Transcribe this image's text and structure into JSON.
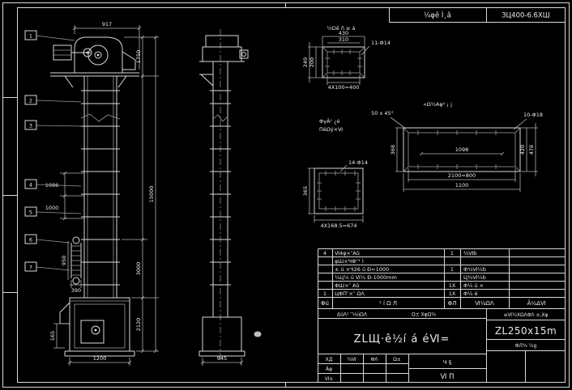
{
  "sheet": {
    "header_band": {
      "model_label": "¼φê Ì¸â",
      "model_value": "ЗЦ400-6.6ХШ"
    },
    "bom": {
      "headers": [
        "Φú",
        "¹ í Ω Л",
        "ΦЛ",
        "Ⅵ¼ΩΛ",
        "Â¼ΔⅥ"
      ],
      "rows": [
        {
          "no": "4",
          "name": "Ⅵ4φ×″Aû",
          "qty": "1",
          "mat": "¾Ⅵb",
          "rem": ""
        },
        {
          "no": "",
          "name": "φШ×ЧФ″¹ Ì",
          "qty": "",
          "mat": "",
          "rem": ""
        },
        {
          "no": "",
          "name": "± ü ×Ч26 ü Ð=1000",
          "qty": "1",
          "mat": "Φ¾Ⅵ¼b",
          "rem": ""
        },
        {
          "no": "",
          "name": "¼Ц¼ ü Ⅵ¼ Ð-1000mm",
          "qty": "",
          "mat": "Ц¾Ⅵ¼b",
          "rem": ""
        },
        {
          "no": "",
          "name": "ΦШ×″ Aû",
          "qty": "1X",
          "mat": "Φ¼ ü ×",
          "rem": ""
        },
        {
          "no": "1",
          "name": "ЦΦΠ″×″ ΩΛ",
          "qty": "1X",
          "mat": "Φ¼ é",
          "rem": ""
        }
      ]
    },
    "title_block": {
      "strip_note_left": "ΔúΛ¹  ″¼üΩΛ",
      "strip_note_right": "Ω±  ХφΩ¼",
      "main_title": "ZLЩ·ê½í á éⅥ=",
      "sheet_top": "Ч      §",
      "sheet_bottom": "Ⅵ   Π",
      "grid": {
        "c1": "ХД",
        "c2": "¼Ⅵ",
        "c3": "ΦΛ",
        "c4": "Ω±",
        "r2": "Âφ",
        "r3": "Ⅵ±"
      },
      "right_note": "≡Ⅵ½XΩΛΦΛ  ±,Xφ",
      "product_code": "ZL250x15m",
      "weight_note": "ΦЛ¾ ¼g"
    }
  },
  "front_view": {
    "balloons": [
      "1",
      "2",
      "3",
      "4",
      "5",
      "6",
      "7"
    ],
    "dim_width_top": "917",
    "dim_head": "1750",
    "dim_mid": "3000",
    "dim_boot": "2120",
    "dim_total": "15000",
    "dim_left1": "1086",
    "dim_left2": "1000",
    "dim_ladder": "950",
    "dim_ladder_w": "390",
    "dim_foot": "165",
    "dim_base": "1200"
  },
  "side_view": {
    "dim_base": "945"
  },
  "detail_a": {
    "label": "½Dê ñ ≥ á",
    "dim_top": "430",
    "dim_top2": "310",
    "dim_left1": "200",
    "dim_left2": "240",
    "holes": "11-Φ14",
    "dim_bottom": "4X100=400",
    "note1": "ΦγÂ¹ ¿é",
    "note2": "ΠéΩý×Ⅵ"
  },
  "detail_b": {
    "holes": "14-Φ14",
    "dim_left": "365",
    "dim_bottom": "4X168.5=674"
  },
  "detail_c": {
    "label": "∝Ω½Aφ¹ ¡ j",
    "chamfer": "50 x 45°",
    "holes": "10-Φ18",
    "dim_inner": "1098",
    "dim_left": "368",
    "dim_right1": "420",
    "dim_right2": "478",
    "dim_bottom1": "2100=800",
    "dim_bottom2": "1100"
  }
}
